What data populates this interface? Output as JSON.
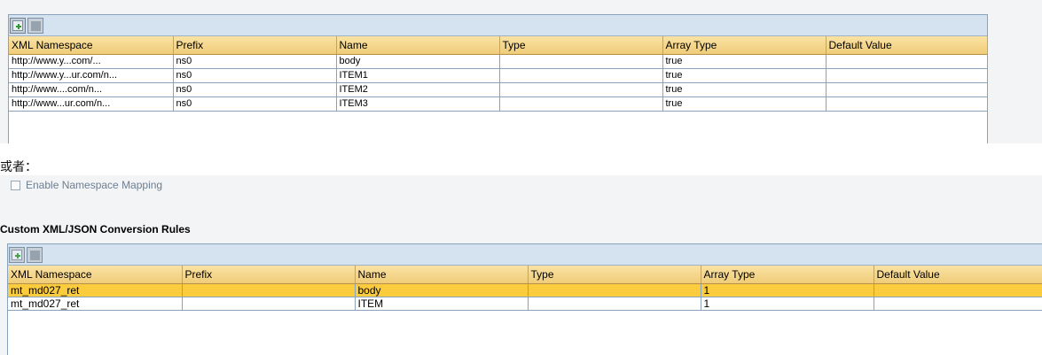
{
  "screenshot1": {
    "toolbar": {
      "add_icon": "add-row-icon",
      "remove_icon": "remove-row-icon"
    },
    "columns": [
      "XML Namespace",
      "Prefix",
      "Name",
      "Type",
      "Array Type",
      "Default Value"
    ],
    "rows": [
      {
        "namespace": "http://www.y...com/...",
        "prefix": "ns0",
        "name": "body",
        "type": "",
        "array_type": "true",
        "default_value": ""
      },
      {
        "namespace": "http://www.y...ur.com/n...",
        "prefix": "ns0",
        "name": "ITEM1",
        "type": "",
        "array_type": "true",
        "default_value": ""
      },
      {
        "namespace": "http://www....com/n...",
        "prefix": "ns0",
        "name": "ITEM2",
        "type": "",
        "array_type": "true",
        "default_value": ""
      },
      {
        "namespace": "http://www...ur.com/n...",
        "prefix": "ns0",
        "name": "ITEM3",
        "type": "",
        "array_type": "true",
        "default_value": ""
      }
    ]
  },
  "caption": "或者：",
  "screenshot2": {
    "checkbox_label": "Enable Namespace Mapping",
    "section_title": "Custom XML/JSON Conversion Rules",
    "columns": [
      "XML Namespace",
      "Prefix",
      "Name",
      "Type",
      "Array Type",
      "Default Value"
    ],
    "rows": [
      {
        "namespace": "mt_md027_ret",
        "prefix": "",
        "name": "body",
        "type": "",
        "array_type": "1",
        "default_value": ""
      },
      {
        "namespace": "mt_md027_ret",
        "prefix": "",
        "name": "ITEM",
        "type": "",
        "array_type": "1",
        "default_value": ""
      }
    ],
    "selected_row_color": "#fccc3f"
  }
}
